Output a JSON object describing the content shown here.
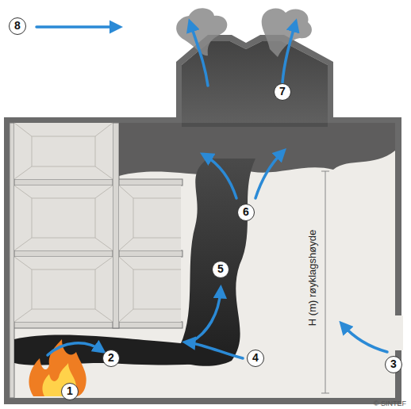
{
  "diagram": {
    "labels": [
      "8",
      "7",
      "6",
      "5",
      "4",
      "3",
      "2",
      "1",
      "H (m) røyklagshøyde",
      "© SINTEF"
    ]
  }
}
